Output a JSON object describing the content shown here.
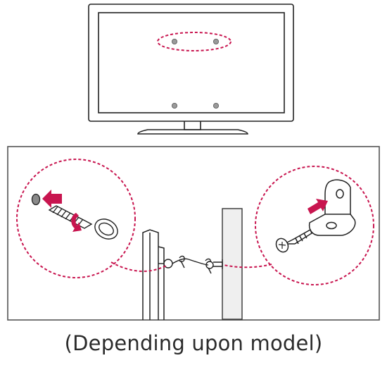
{
  "figure": {
    "caption": "(Depending upon model)",
    "colors": {
      "outline": "#222222",
      "accent": "#c8154f",
      "dot_fill": "#9a9a9a",
      "wall_fill": "#efefef",
      "frame": "#555555"
    },
    "parts": {
      "top": "tv-rear-view-with-mounting-holes",
      "left_detail": "eye-bolt-screwed-into-tv",
      "right_detail": "wall-bracket-with-screw",
      "center": "cord-tie-between-tv-and-wall"
    }
  }
}
